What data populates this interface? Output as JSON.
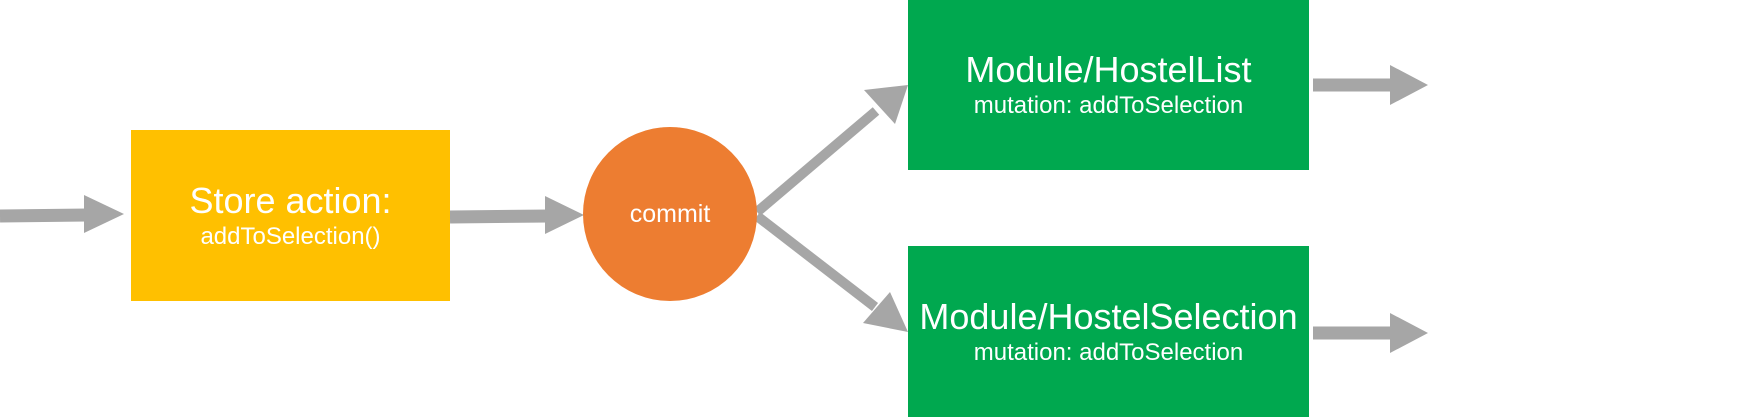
{
  "colors": {
    "arrow": "#a6a6a6",
    "store_action": "#ffc000",
    "commit": "#ed7d31",
    "module": "#00a84f",
    "text": "#ffffff"
  },
  "nodes": {
    "store_action": {
      "title": "Store action:",
      "subtitle": "addToSelection()"
    },
    "commit": {
      "label": "commit"
    },
    "module_hostel_list": {
      "title": "Module/HostelList",
      "subtitle": "mutation: addToSelection"
    },
    "module_hostel_selection": {
      "title": "Module/HostelSelection",
      "subtitle": "mutation: addToSelection"
    }
  }
}
